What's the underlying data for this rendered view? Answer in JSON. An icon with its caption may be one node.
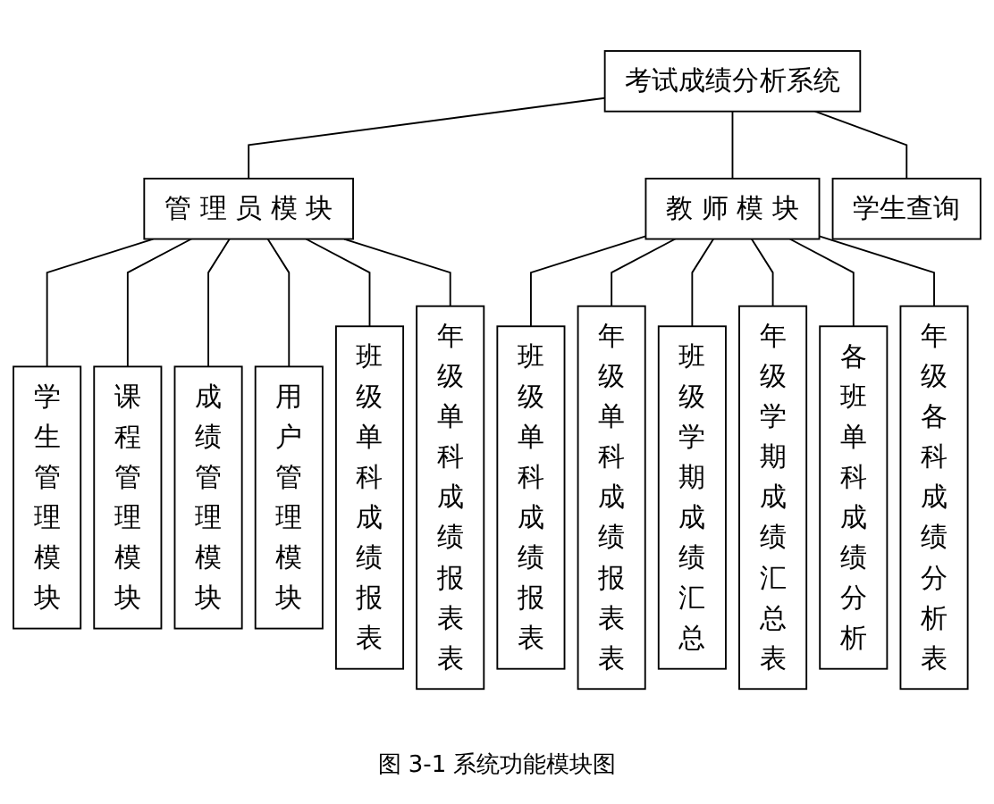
{
  "diagram": {
    "caption": "图 3-1 系统功能模块图",
    "nodes": [
      {
        "text": [
          "考试成绩分析系统"
        ]
      },
      {
        "text": [
          "管 理 员 模 块"
        ]
      },
      {
        "text": [
          "教 师 模 块"
        ]
      },
      {
        "text": [
          "学生查询"
        ]
      },
      {
        "text": [
          "学生管理模块"
        ]
      },
      {
        "text": [
          "课程管理模块"
        ]
      },
      {
        "text": [
          "成绩管理模块"
        ]
      },
      {
        "text": [
          "用户管理模块"
        ]
      },
      {
        "text": [
          "班级单科成绩报表"
        ]
      },
      {
        "text": [
          "年级单科成绩报表表"
        ]
      },
      {
        "text": [
          "班级单科成绩报表"
        ]
      },
      {
        "text": [
          "年级单科成绩报表表"
        ]
      },
      {
        "text": [
          "班级学期成绩汇总"
        ]
      },
      {
        "text": [
          "年级学期成绩汇总表"
        ]
      },
      {
        "text": [
          "各班单科成绩分析"
        ]
      },
      {
        "text": [
          "年级各科成绩分析表"
        ]
      }
    ],
    "edges": [
      {
        "from": 0,
        "to": 1,
        "arrow": "none"
      },
      {
        "from": 0,
        "to": 2,
        "arrow": "none"
      },
      {
        "from": 0,
        "to": 3,
        "arrow": "none"
      },
      {
        "from": 1,
        "to": 4,
        "arrow": "none"
      },
      {
        "from": 1,
        "to": 5,
        "arrow": "none"
      },
      {
        "from": 1,
        "to": 6,
        "arrow": "none"
      },
      {
        "from": 1,
        "to": 7,
        "arrow": "none"
      },
      {
        "from": 1,
        "to": 8,
        "arrow": "none"
      },
      {
        "from": 1,
        "to": 9,
        "arrow": "none"
      },
      {
        "from": 2,
        "to": 10,
        "arrow": "none"
      },
      {
        "from": 2,
        "to": 11,
        "arrow": "none"
      },
      {
        "from": 2,
        "to": 12,
        "arrow": "none"
      },
      {
        "from": 2,
        "to": 13,
        "arrow": "none"
      },
      {
        "from": 2,
        "to": 14,
        "arrow": "none"
      },
      {
        "from": 2,
        "to": 15,
        "arrow": "none"
      }
    ]
  }
}
